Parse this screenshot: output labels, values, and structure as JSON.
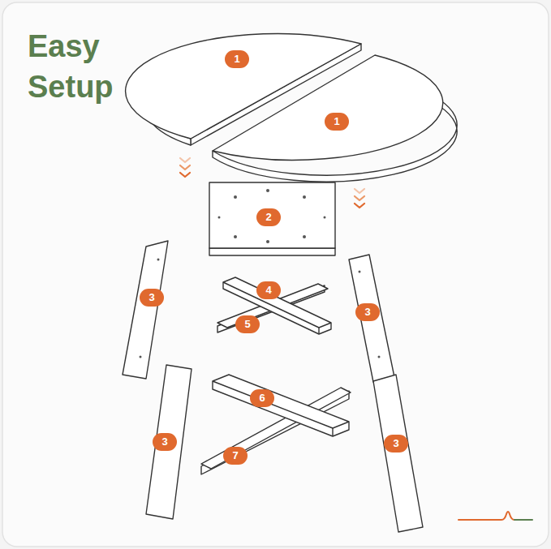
{
  "diagram": {
    "title": "Easy Setup",
    "labels": [
      "1",
      "1",
      "2",
      "3",
      "4",
      "5",
      "3",
      "6",
      "3",
      "7",
      "3"
    ]
  }
}
